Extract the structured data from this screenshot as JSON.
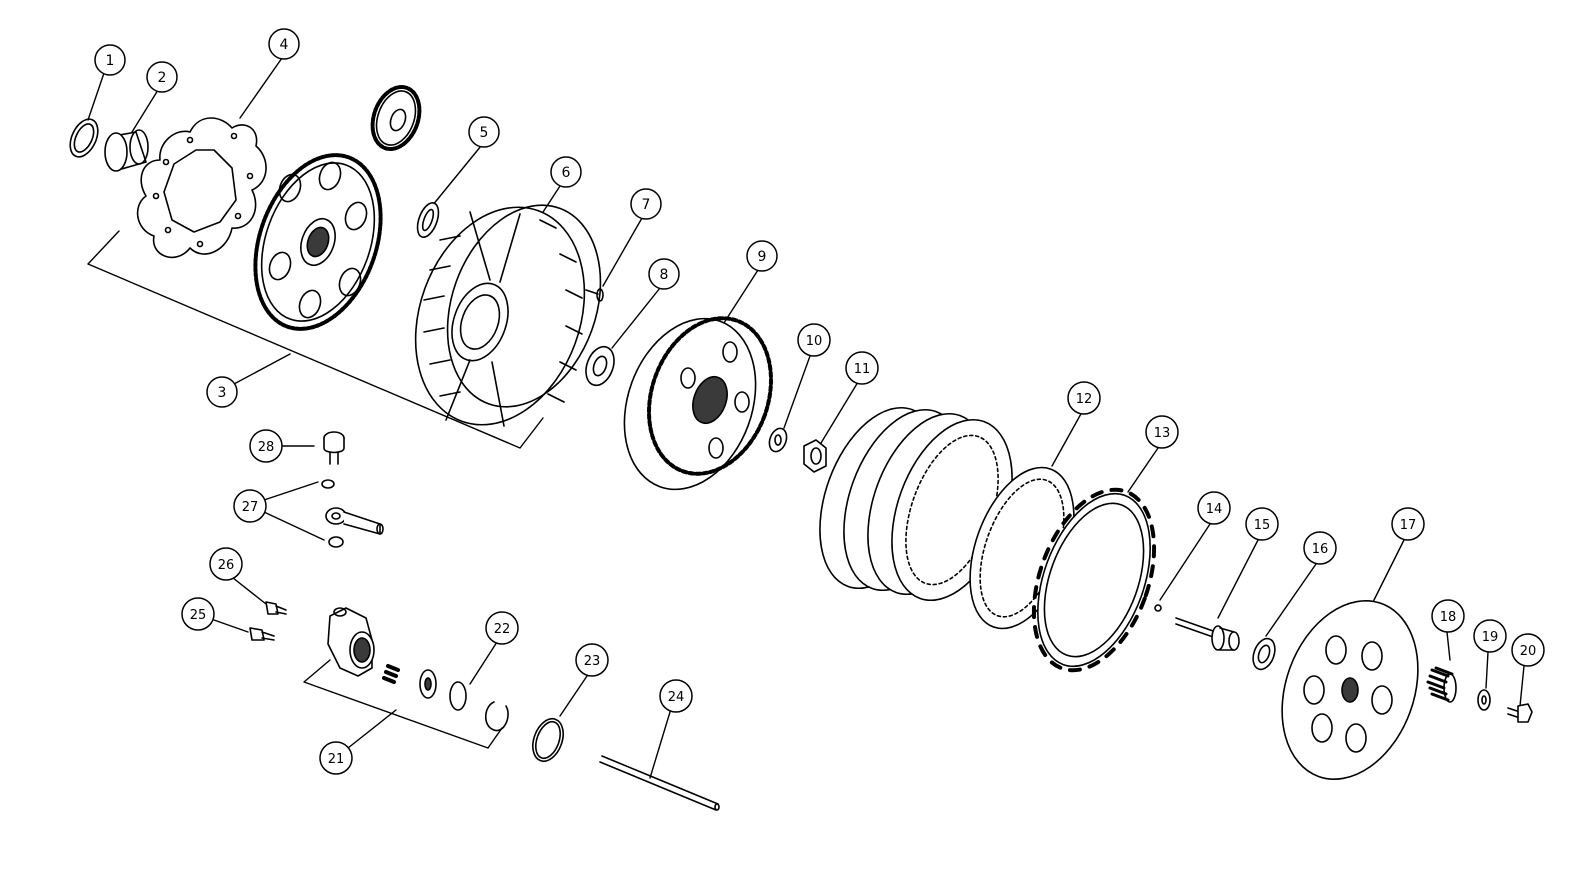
{
  "callouts": [
    {
      "id": "c1",
      "label": "1"
    },
    {
      "id": "c2",
      "label": "2"
    },
    {
      "id": "c3",
      "label": "3"
    },
    {
      "id": "c4",
      "label": "4"
    },
    {
      "id": "c5",
      "label": "5"
    },
    {
      "id": "c6",
      "label": "6"
    },
    {
      "id": "c7",
      "label": "7"
    },
    {
      "id": "c8",
      "label": "8"
    },
    {
      "id": "c9",
      "label": "9"
    },
    {
      "id": "c10",
      "label": "10"
    },
    {
      "id": "c11",
      "label": "11"
    },
    {
      "id": "c12",
      "label": "12"
    },
    {
      "id": "c13",
      "label": "13"
    },
    {
      "id": "c14",
      "label": "14"
    },
    {
      "id": "c15",
      "label": "15"
    },
    {
      "id": "c16",
      "label": "16"
    },
    {
      "id": "c17",
      "label": "17"
    },
    {
      "id": "c18",
      "label": "18"
    },
    {
      "id": "c19",
      "label": "19"
    },
    {
      "id": "c20",
      "label": "20"
    },
    {
      "id": "c21",
      "label": "21"
    },
    {
      "id": "c22",
      "label": "22"
    },
    {
      "id": "c23",
      "label": "23"
    },
    {
      "id": "c24",
      "label": "24"
    },
    {
      "id": "c25",
      "label": "25"
    },
    {
      "id": "c26",
      "label": "26"
    },
    {
      "id": "c27",
      "label": "27"
    },
    {
      "id": "c28",
      "label": "28"
    }
  ],
  "colors": {
    "line": "#000000",
    "background": "#ffffff",
    "part_fill": "#ffffff",
    "shade": "#3a3a3a"
  }
}
